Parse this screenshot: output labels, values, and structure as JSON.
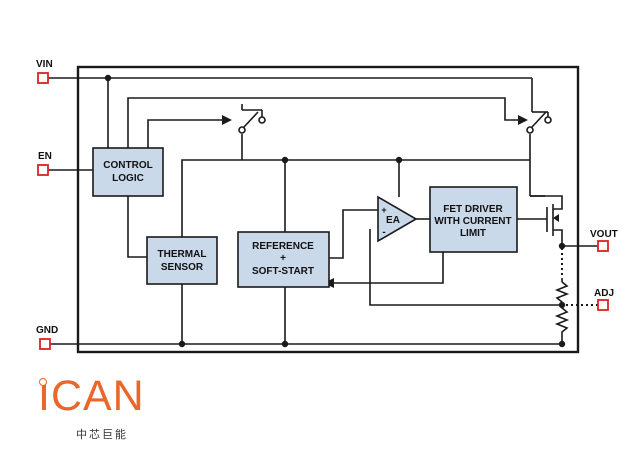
{
  "pins": {
    "vin": "VIN",
    "en": "EN",
    "gnd": "GND",
    "vout": "VOUT",
    "adj": "ADJ"
  },
  "blocks": {
    "control_logic": [
      "CONTROL",
      "LOGIC"
    ],
    "thermal_sensor": [
      "THERMAL",
      "SENSOR"
    ],
    "reference": [
      "REFERENCE",
      "+",
      "SOFT-START"
    ],
    "error_amp": "EA",
    "error_amp_plus": "+",
    "error_amp_minus": "-",
    "fet_driver": [
      "FET DRIVER",
      "WITH CURRENT",
      "LIMIT"
    ]
  },
  "logo": {
    "text": "ICAN",
    "subtitle": "中芯巨能",
    "color": "#e9672b"
  },
  "colors": {
    "block_fill": "#c9d9ea",
    "pin_outline": "#e02020",
    "wire": "#1a1a1a"
  }
}
